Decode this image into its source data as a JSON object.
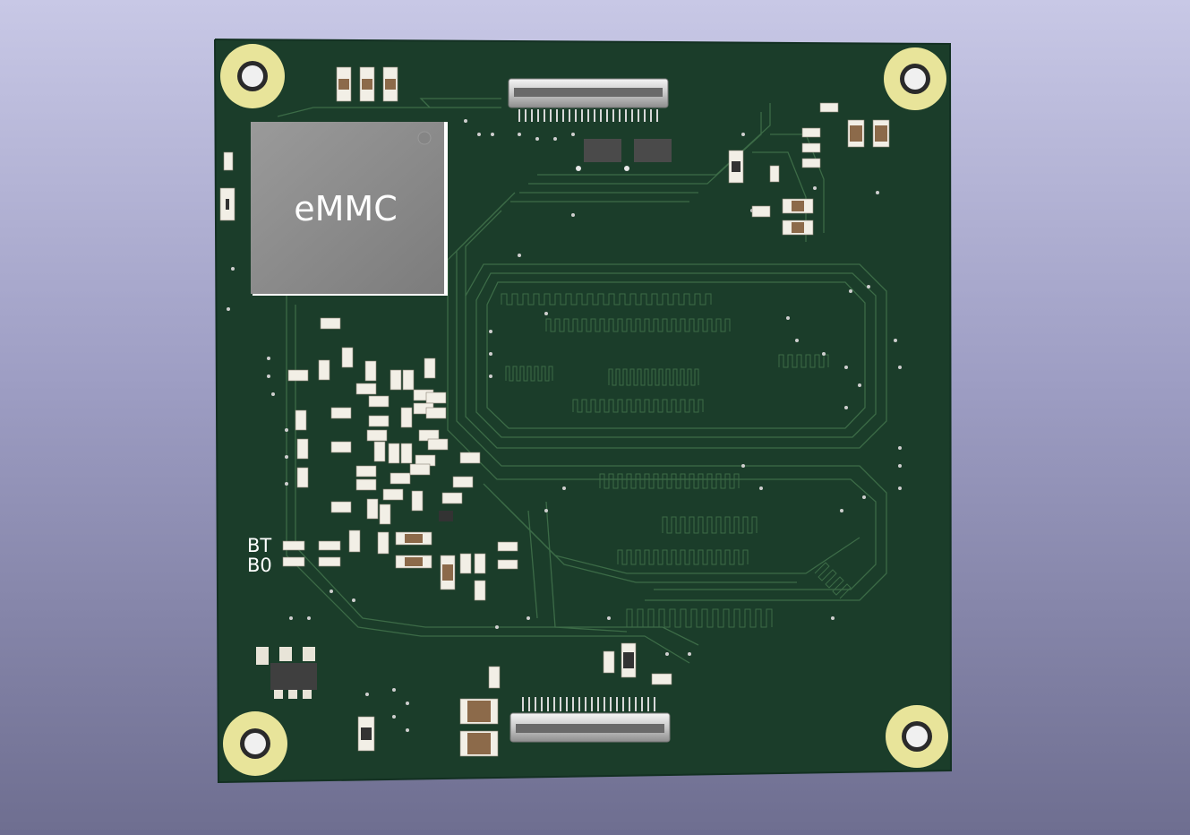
{
  "board": {
    "chip_label": "eMMC",
    "silkscreen_labels": [
      "BT",
      "B0"
    ]
  },
  "colors": {
    "background_top": "#c8c8e6",
    "background_bottom": "#6e6e90",
    "pcb": "#1b3d2a",
    "trace": "#3f6f4a",
    "pad_gold": "#e8e49a",
    "chip_gray": "#8c8c8c",
    "component_body": "#f2efe6"
  },
  "icons": {
    "mounting_hole": "mounting-hole-icon",
    "connector": "fpc-connector-icon",
    "component": "smd-component-icon"
  }
}
